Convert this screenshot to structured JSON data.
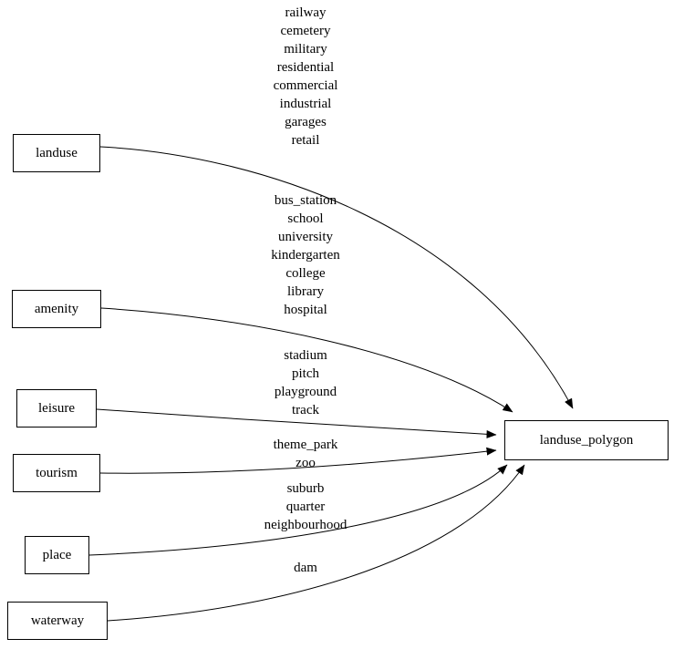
{
  "diagram": {
    "target": {
      "id": "landuse_polygon",
      "label": "landuse_polygon"
    },
    "nodes": [
      {
        "id": "landuse",
        "label": "landuse"
      },
      {
        "id": "amenity",
        "label": "amenity"
      },
      {
        "id": "leisure",
        "label": "leisure"
      },
      {
        "id": "tourism",
        "label": "tourism"
      },
      {
        "id": "place",
        "label": "place"
      },
      {
        "id": "waterway",
        "label": "waterway"
      }
    ],
    "edges": [
      {
        "from": "landuse",
        "to": "landuse_polygon",
        "labels": [
          "railway",
          "cemetery",
          "military",
          "residential",
          "commercial",
          "industrial",
          "garages",
          "retail"
        ]
      },
      {
        "from": "amenity",
        "to": "landuse_polygon",
        "labels": [
          "bus_station",
          "school",
          "university",
          "kindergarten",
          "college",
          "library",
          "hospital"
        ]
      },
      {
        "from": "leisure",
        "to": "landuse_polygon",
        "labels": [
          "stadium",
          "pitch",
          "playground",
          "track"
        ]
      },
      {
        "from": "tourism",
        "to": "landuse_polygon",
        "labels": [
          "theme_park",
          "zoo"
        ]
      },
      {
        "from": "place",
        "to": "landuse_polygon",
        "labels": [
          "suburb",
          "quarter",
          "neighbourhood"
        ]
      },
      {
        "from": "waterway",
        "to": "landuse_polygon",
        "labels": [
          "dam"
        ]
      }
    ],
    "colors": {
      "edge": "#000000",
      "node_border": "#000000",
      "text": "#000000",
      "background": "#ffffff"
    }
  }
}
